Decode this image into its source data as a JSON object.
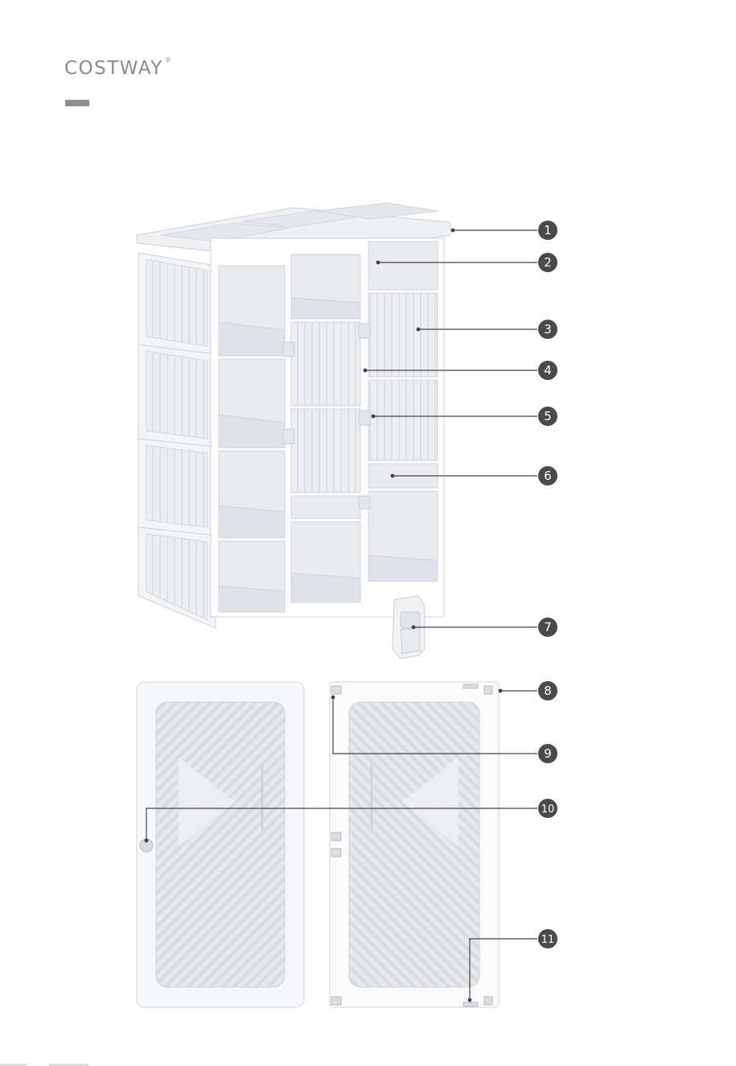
{
  "brand": {
    "name": "COSTWAY",
    "registered": "®"
  },
  "colors": {
    "panel": "#f4f5f7",
    "panel_edge": "#d2d5da",
    "shadow": "#e2e4e8",
    "callout": "#444444",
    "badge": "#4a4a4a"
  },
  "callouts": [
    {
      "label": "1"
    },
    {
      "label": "2"
    },
    {
      "label": "3"
    },
    {
      "label": "4"
    },
    {
      "label": "5"
    },
    {
      "label": "6"
    },
    {
      "label": "7"
    },
    {
      "label": "8"
    },
    {
      "label": "9"
    },
    {
      "label": "10"
    },
    {
      "label": "11"
    }
  ]
}
